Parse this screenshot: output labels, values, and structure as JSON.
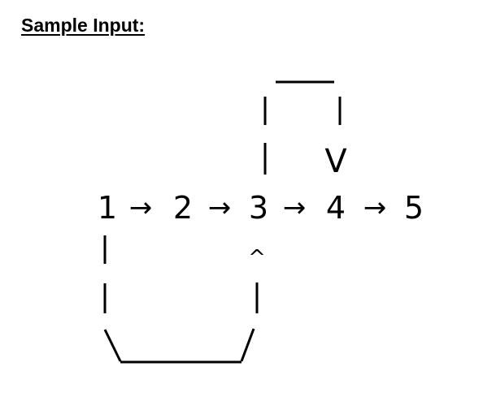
{
  "heading": "Sample Input:",
  "nodes": [
    "1",
    "2",
    "3",
    "4",
    "5"
  ],
  "arrow_glyph": "→",
  "edges": [
    {
      "from": "1",
      "to": "2"
    },
    {
      "from": "2",
      "to": "3"
    },
    {
      "from": "3",
      "to": "4"
    },
    {
      "from": "4",
      "to": "5"
    },
    {
      "from": "3",
      "to": "4",
      "route": "over"
    },
    {
      "from": "1",
      "to": "3",
      "route": "under"
    }
  ],
  "arrowheads": {
    "down": "V",
    "up": "^"
  }
}
